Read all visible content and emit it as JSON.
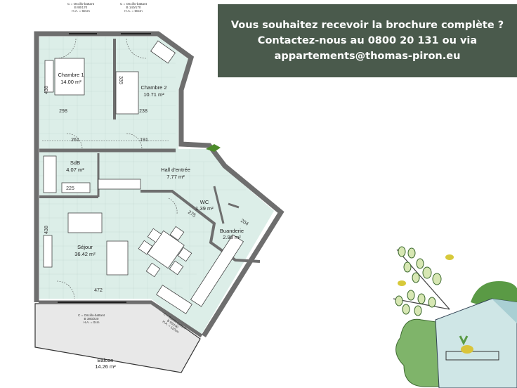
{
  "banner": {
    "line1": "Vous souhaitez recevoir la brochure complète ?",
    "line2": "Contactez-nous au 0800 20 131 ou via",
    "line3": "appartements@thomas-piron.eu"
  },
  "rooms": [
    {
      "name": "Chambre 1",
      "area": "14.00 m²"
    },
    {
      "name": "Chambre 2",
      "area": "10.71 m²"
    },
    {
      "name": "SdB",
      "area": "4.07 m²"
    },
    {
      "name": "Hall d'entrée",
      "area": "7.77 m²"
    },
    {
      "name": "WC",
      "area": "1.39 m²"
    },
    {
      "name": "Buanderie",
      "area": "2.98 m²"
    },
    {
      "name": "Séjour",
      "area": "36.42 m²"
    },
    {
      "name": "Balcon",
      "area": "14.26 m²"
    }
  ],
  "dimensions": [
    "298",
    "238",
    "438",
    "335",
    "261",
    "191",
    "225",
    "472",
    "438",
    "275",
    "204"
  ],
  "windows": [
    {
      "type": "C = Oscillo-battant",
      "size": "B 90/170",
      "height": "H.A. = 60cm"
    },
    {
      "type": "C = Oscillo-battant",
      "size": "B 140/170",
      "height": "H.A. = 60cm"
    },
    {
      "type": "C = Oscillo-battant",
      "size": "B 380/220",
      "height": "H.A. = 0cm"
    },
    {
      "type": "C = Oscillo-battant",
      "size": "B 90/100",
      "height": "H.A. = 110cm"
    }
  ],
  "colors": {
    "banner": "#4a5a4c",
    "floor": "#dceee8",
    "wall": "#6e6e6e",
    "balcony": "#e6e6e6"
  }
}
